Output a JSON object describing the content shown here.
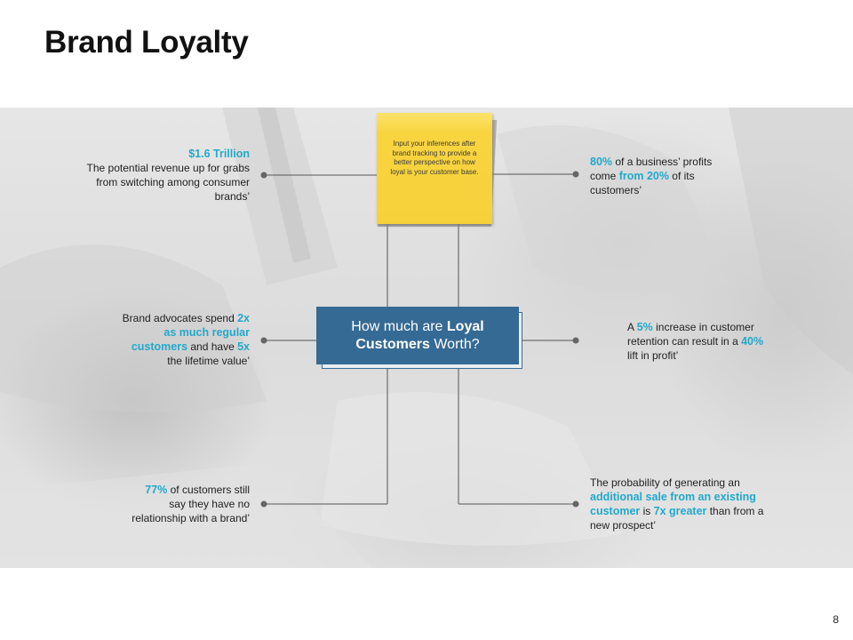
{
  "slide": {
    "title": "Brand Loyalty",
    "page_number": "8"
  },
  "sticky_note": {
    "text": "Input your inferences after brand tracking to provide a better perspective on how loyal is your customer base."
  },
  "center": {
    "line1_prefix": "How much are ",
    "line1_bold": "Loyal",
    "line2_bold": "Customers",
    "line2_suffix": " Worth?"
  },
  "stats": {
    "top_left": {
      "highlight": "$1.6 Trillion",
      "line1": "The potential revenue  up for grabs",
      "line2": "from switching among consumer",
      "line3": "brands’"
    },
    "mid_left": {
      "t1": "Brand advocates  spend ",
      "h1": "2x",
      "h2": "as much regular",
      "h3": "customers",
      "t2": " and have ",
      "h4": "5x",
      "t3": "the lifetime value’"
    },
    "bottom_left": {
      "h1": "77%",
      "t1": " of customers still",
      "t2": "say they have no",
      "t3": "relationship with a brand’"
    },
    "top_right": {
      "h1": "80%",
      "t1": " of a business’ profits",
      "t2": "come ",
      "h2": "from 20%",
      "t3": " of its",
      "t4": "customers’"
    },
    "mid_right": {
      "t1": "A ",
      "h1": "5%",
      "t2": " increase in customer",
      "t3": "retention can result in a ",
      "h2": "40%",
      "t4": "lift in profit’"
    },
    "bottom_right": {
      "t1": "The probability  of generating  an",
      "h1": "additional sale from an existing",
      "h2": "customer",
      "t2": " is ",
      "h3": "7x greater",
      "t3": " than from a",
      "t4": "new prospect’"
    }
  },
  "colors": {
    "accent": "#22a9cc",
    "center_box": "#356a94",
    "sticky_note": "#f7d13a",
    "connector": "#555555"
  }
}
